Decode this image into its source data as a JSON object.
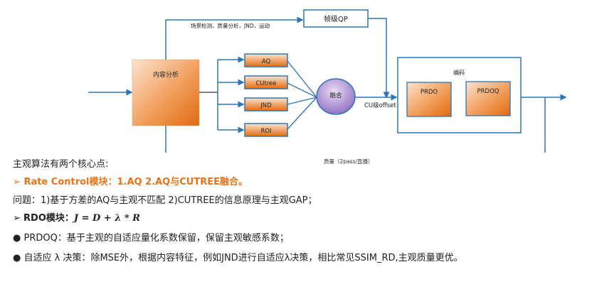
{
  "diagram": {
    "content_analysis": "内容分析",
    "top_path_label": "场景检测，质量分析，JND，运动",
    "frame_qp": "帧级QP",
    "modules": [
      "AQ",
      "CUtree",
      "JND",
      "ROI"
    ],
    "fusion": "融合",
    "cu_offset_label": "CU级offset",
    "encode": "编码",
    "prdo": "PRDO",
    "prdoq": "PRDOQ",
    "bottom_path_label": "质量（2pass/直播）",
    "colors": {
      "line": "#2e75b6",
      "orange": "#e36c0a",
      "purple": "#8e6bbf",
      "accent_text": "#e8741a"
    }
  },
  "notes": {
    "intro": "主观算法有两个核心点:",
    "rc_arrow": "➢",
    "rc": "Rate Control模块：1.AQ  2.AQ与CUTREE融合。",
    "problem": "问题：1)基于方差的AQ与主观不匹配      2)CUTREE的信息原理与主观GAP；",
    "rdo_arrow": "➢",
    "rdo_label": "RDO模块：",
    "rdo_eq": "J = D + λ * R",
    "bullet_mark": "●",
    "bullet1": "PRDOQ：基于主观的自适应量化系数保留，保留主观敏感系数；",
    "bullet2": "自适应 λ 决策：除MSE外，根据内容特征，例如JND进行自适应λ决策，相比常见SSIM_RD,主观质量更优。"
  }
}
